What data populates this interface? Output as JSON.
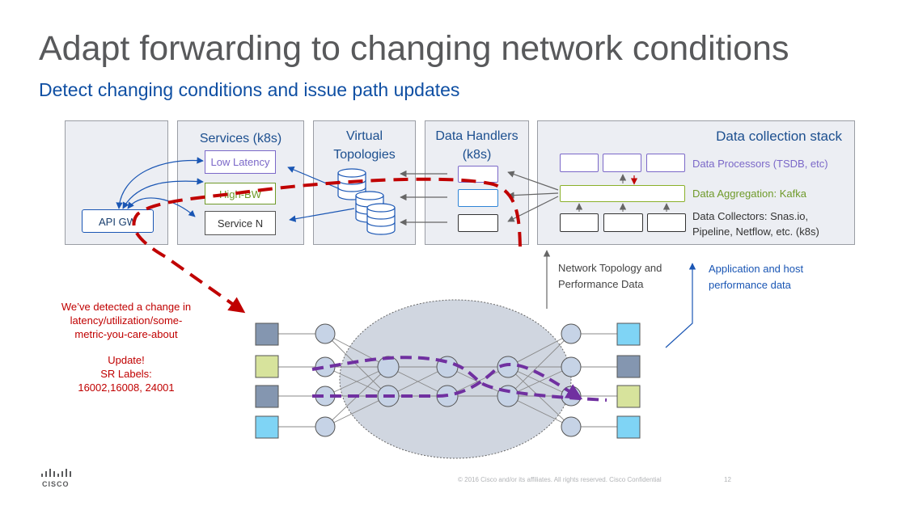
{
  "slide": {
    "title": "Adapt forwarding to changing network conditions",
    "subtitle": "Detect changing conditions and issue path updates"
  },
  "services": {
    "title": "Services (k8s)",
    "items": [
      "Low Latency",
      "High-BW",
      "Service N"
    ]
  },
  "api_gw": {
    "label": "API GW"
  },
  "virtual_topologies": {
    "title_line1": "Virtual",
    "title_line2": "Topologies"
  },
  "data_handlers": {
    "title_line1": "Data Handlers",
    "title_line2": "(k8s)"
  },
  "data_collection": {
    "title": "Data collection stack",
    "processors_label": "Data Processors (TSDB, etc)",
    "aggregation_label": "Data Aggregation: Kafka",
    "collectors_line1": "Data Collectors: Snas.io,",
    "collectors_line2": "Pipeline, Netflow, etc. (k8s)"
  },
  "notes": {
    "network_line1": "Network Topology and",
    "network_line2": "Performance Data",
    "app_line1": "Application and host",
    "app_line2": "performance data"
  },
  "alert": {
    "line1": "We’ve detected a change in",
    "line2": "latency/utilization/some-",
    "line3": "metric-you-care-about",
    "update": "Update!",
    "labels_title": "SR Labels:",
    "labels": "16002,16008, 24001"
  },
  "footer": {
    "copyright": "© 2016  Cisco and/or its affiliates. All rights reserved.   Cisco Confidential",
    "page": "12",
    "logo_word": "CISCO"
  },
  "colors": {
    "title_gray": "#58595b",
    "subtitle_blue": "#0f4fa3",
    "panel_bg": "#eceef3",
    "arrow_blue": "#1a56b4",
    "path_red": "#c00000",
    "path_purple": "#7030a0",
    "service_purple": "#7b68c8",
    "service_green": "#6f9a2a",
    "cloud_fill": "#d0d6e0",
    "node_fill": "#c6d3e6",
    "edge_dark": "#8496b0",
    "edge_green": "#d7e39c",
    "edge_blue": "#7fd4f5"
  }
}
